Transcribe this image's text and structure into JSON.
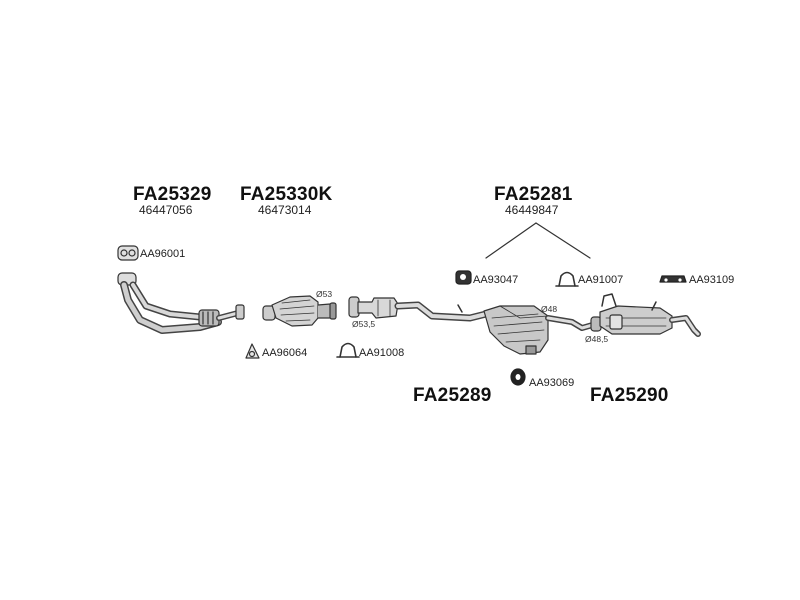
{
  "groups": [
    {
      "code": "FA25329",
      "oem": "46447056"
    },
    {
      "code": "FA25330K",
      "oem": "46473014"
    },
    {
      "code": "FA25281",
      "oem": "46449847"
    },
    {
      "code": "FA25289"
    },
    {
      "code": "FA25290"
    }
  ],
  "parts": [
    {
      "code": "AA96001",
      "icon": "gasket-icon"
    },
    {
      "code": "AA96064",
      "icon": "triangle-gasket-icon"
    },
    {
      "code": "AA91008",
      "icon": "clamp-icon"
    },
    {
      "code": "AA93047",
      "icon": "rubber-mount-icon"
    },
    {
      "code": "AA91007",
      "icon": "clamp-icon"
    },
    {
      "code": "AA93109",
      "icon": "hanger-strip-icon"
    },
    {
      "code": "AA93069",
      "icon": "rubber-ring-icon"
    }
  ],
  "dimensions": [
    "Ø53",
    "Ø53,5",
    "Ø48",
    "Ø48,5"
  ]
}
